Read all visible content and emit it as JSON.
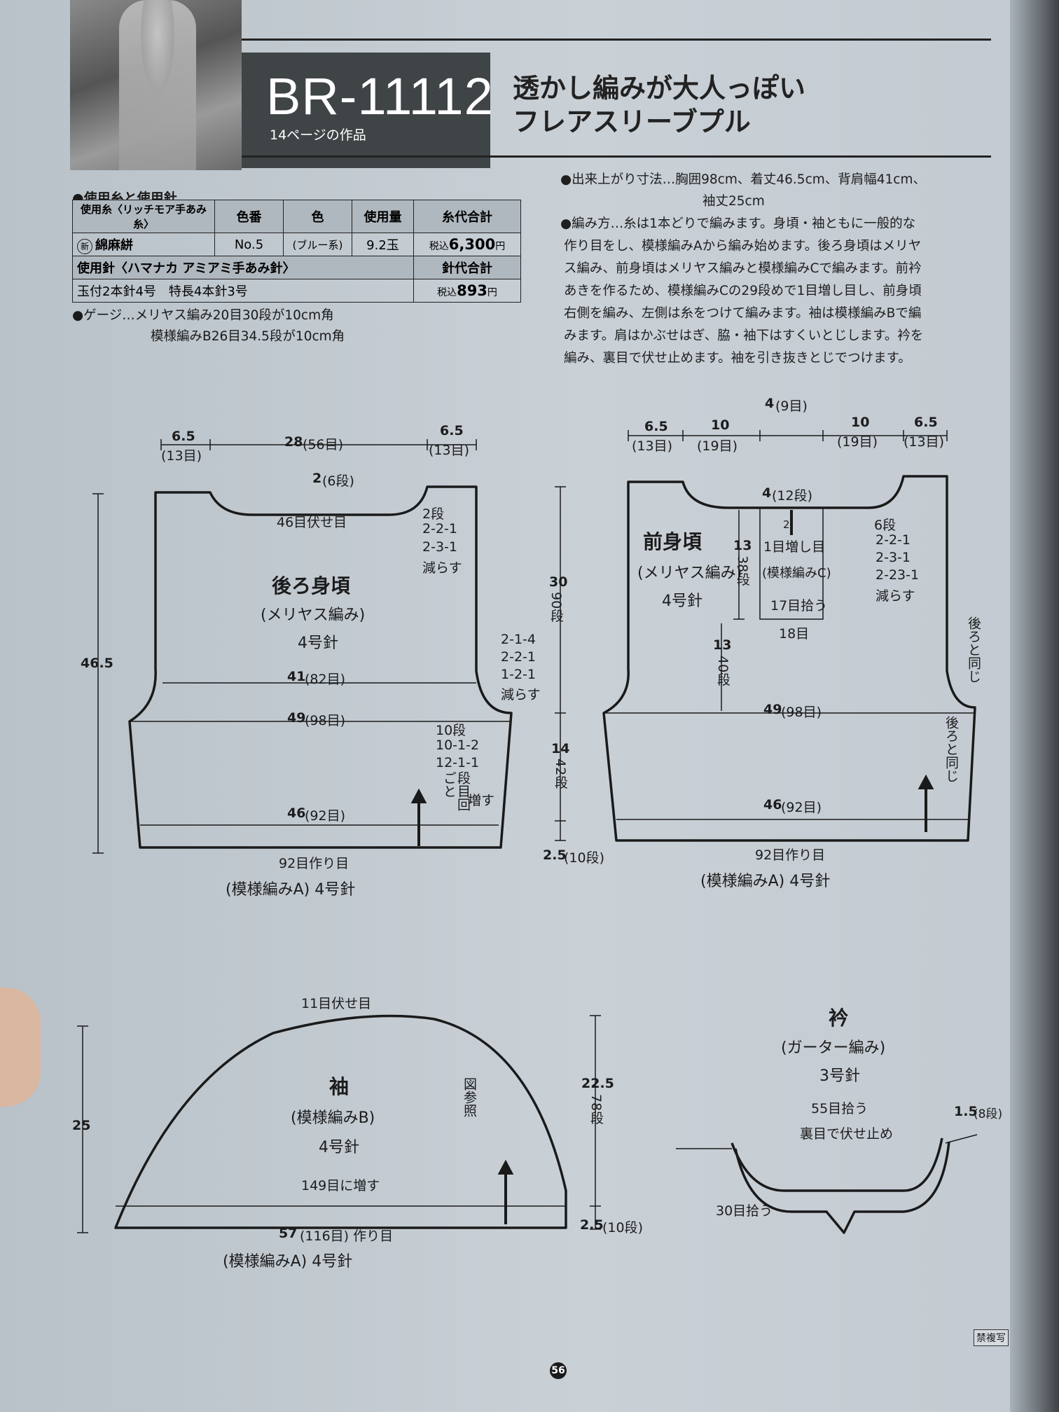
{
  "header": {
    "code": "BR-11112",
    "page_ref": "14ページの作品",
    "title_line1": "透かし編みが大人っぽい",
    "title_line2": "フレアスリーブプル"
  },
  "yarn": {
    "section_title": "●使用糸と使用針",
    "h_yarn": "使用糸〈リッチモア手あみ糸〉",
    "h_colornum": "色番",
    "h_color": "色",
    "h_amount": "使用量",
    "h_yarn_total": "糸代合計",
    "yarn_badge": "新",
    "yarn_name": "綿麻絣",
    "colornum": "No.5",
    "color": "(ブルー系)",
    "amount": "9.2玉",
    "yarn_price_prefix": "税込",
    "yarn_price": "6,300",
    "price_unit": "円",
    "h_needle": "使用針〈ハマナカ アミアミ手あみ針〉",
    "h_needle_total": "針代合計",
    "needle_detail": "玉付2本針4号　特長4本針3号",
    "needle_price": "893"
  },
  "gauge": {
    "line1": "●ゲージ…メリヤス編み20目30段が10cm角",
    "line2": "模様編みB26目34.5段が10cm角"
  },
  "finished": {
    "line1": "●出来上がり寸法…胸囲98cm、着丈46.5cm、背肩幅41cm、",
    "line2": "袖丈25cm"
  },
  "method": {
    "lines": [
      "●編み方…糸は1本どりで編みます。身頃・袖ともに一般的な",
      "作り目をし、模様編みAから編み始めます。後ろ身頃はメリヤ",
      "ス編み、前身頃はメリヤス編みと模様編みCで編みます。前衿",
      "あきを作るため、模様編みCの29段めで1目増し目し、前身頃",
      "右側を編み、左側は糸をつけて編みます。袖は模様編みBで編",
      "みます。肩はかぶせはぎ、脇・袖下はすくいとじします。衿を",
      "編み、裏目で伏せ止めます。袖を引き抜きとじでつけます。"
    ]
  },
  "back": {
    "title": "後ろ身頃",
    "stitch": "(メリヤス編み)",
    "needle": "4号針",
    "top_left": "6.5",
    "top_left_sub": "(13目)",
    "top_mid": "28",
    "top_mid_sub": "(56目)",
    "top_right": "6.5",
    "top_right_sub": "(13目)",
    "neck_depth": "2",
    "neck_depth_sub": "(6段)",
    "neck_bind": "46目伏せ目",
    "neck_dec": [
      "2段",
      "2-2-1",
      "2-3-1",
      "減らす"
    ],
    "height": "46.5",
    "shoulder_width": "41",
    "shoulder_width_sub": "(82目)",
    "arm_dec": [
      "2-1-4",
      "2-2-1",
      "1-2-1",
      "減らす"
    ],
    "chest": "49",
    "chest_sub": "(98目)",
    "side_inc": [
      "10段",
      "10-1-2",
      "12-1-1"
    ],
    "side_inc_v1": "段目回",
    "side_inc_v2": "ごと",
    "side_inc_end": "増す",
    "hem_width": "46",
    "hem_width_sub": "(92目)",
    "cast_on": "92目作り目",
    "hem_pattern": "(模様編みA) 4号針"
  },
  "center_dims": {
    "upper": "30",
    "upper_sub": "90段",
    "lower": "14",
    "lower_sub": "42段",
    "hem": "2.5",
    "hem_sub": "(10段)"
  },
  "front": {
    "title": "前身頃",
    "stitch": "(メリヤス編み)",
    "needle": "4号針",
    "top_a": "6.5",
    "top_a_sub": "(13目)",
    "top_b": "10",
    "top_b_sub": "(19目)",
    "top_c": "4",
    "top_c_sub": "(9目)",
    "top_d": "10",
    "top_d_sub": "(19目)",
    "top_e": "6.5",
    "top_e_sub": "(13目)",
    "neck_depth": "4",
    "neck_depth_sub": "(12段)",
    "inc_mark": "2",
    "inc_one": "1目増し目",
    "panel": "(模様編みC)",
    "panel_pick": "17目拾う",
    "panel_width": "18目",
    "panel_h": "13",
    "panel_h_sub": "38段",
    "below_h": "13",
    "below_h_sub": "40段",
    "neck_dec": [
      "6段",
      "2-2-1",
      "2-3-1",
      "2-23-1",
      "減らす"
    ],
    "same_as_back": "後ろと同じ",
    "chest": "49",
    "chest_sub": "(98目)",
    "hem_width": "46",
    "hem_width_sub": "(92目)",
    "cast_on": "92目作り目",
    "hem_pattern": "(模様編みA) 4号針"
  },
  "sleeve": {
    "title": "袖",
    "stitch": "(模様編みB)",
    "needle": "4号針",
    "top_bind": "11目伏せ目",
    "see_fig": "図参照",
    "inc": "149目に増す",
    "height": "25",
    "right_h": "22.5",
    "right_h_sub": "78段",
    "hem": "2.5",
    "hem_sub": "(10段)",
    "cast_on_num": "57",
    "cast_on_rest": "(116目) 作り目",
    "hem_pattern": "(模様編みA) 4号針"
  },
  "collar": {
    "title": "衿",
    "stitch": "(ガーター編み)",
    "needle": "3号針",
    "pick_top": "55目拾う",
    "bind": "裏目で伏せ止め",
    "band": "1.5",
    "band_sub": "(8段)",
    "pick_side": "30目拾う"
  },
  "footer": {
    "page_num": "56",
    "stamp": "禁複写"
  }
}
